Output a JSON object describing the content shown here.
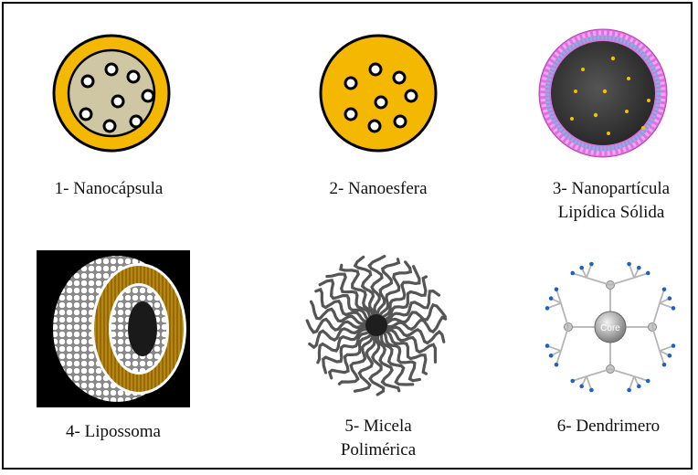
{
  "items": [
    {
      "label_lines": [
        "1- Nanocápsula"
      ],
      "icon": "nanocapsule-icon"
    },
    {
      "label_lines": [
        "2- Nanoesfera"
      ],
      "icon": "nanosphere-icon"
    },
    {
      "label_lines": [
        "3- Nanopartícula",
        "Lipídica Sólida"
      ],
      "icon": "solid-lipid-nanoparticle-icon"
    },
    {
      "label_lines": [
        "4- Lipossoma"
      ],
      "icon": "liposome-icon"
    },
    {
      "label_lines": [
        "5- Micela",
        "Polimérica"
      ],
      "icon": "polymeric-micelle-icon"
    },
    {
      "label_lines": [
        "6- Dendrimero"
      ],
      "icon": "dendrimer-icon"
    }
  ],
  "dendrimer_core_text": "Core",
  "colors": {
    "gold": "#f5b800",
    "capsule_core": "#cfc6a4",
    "sln_core": "#3c3c3c",
    "sln_shell": "#e070e0",
    "sln_tails": "#4fd0e0",
    "liposome_bg": "#000000",
    "liposome_bilayer": "#b8860b",
    "dendrimer_branch": "#b5b5b5",
    "dendrimer_tip": "#2060c0"
  }
}
